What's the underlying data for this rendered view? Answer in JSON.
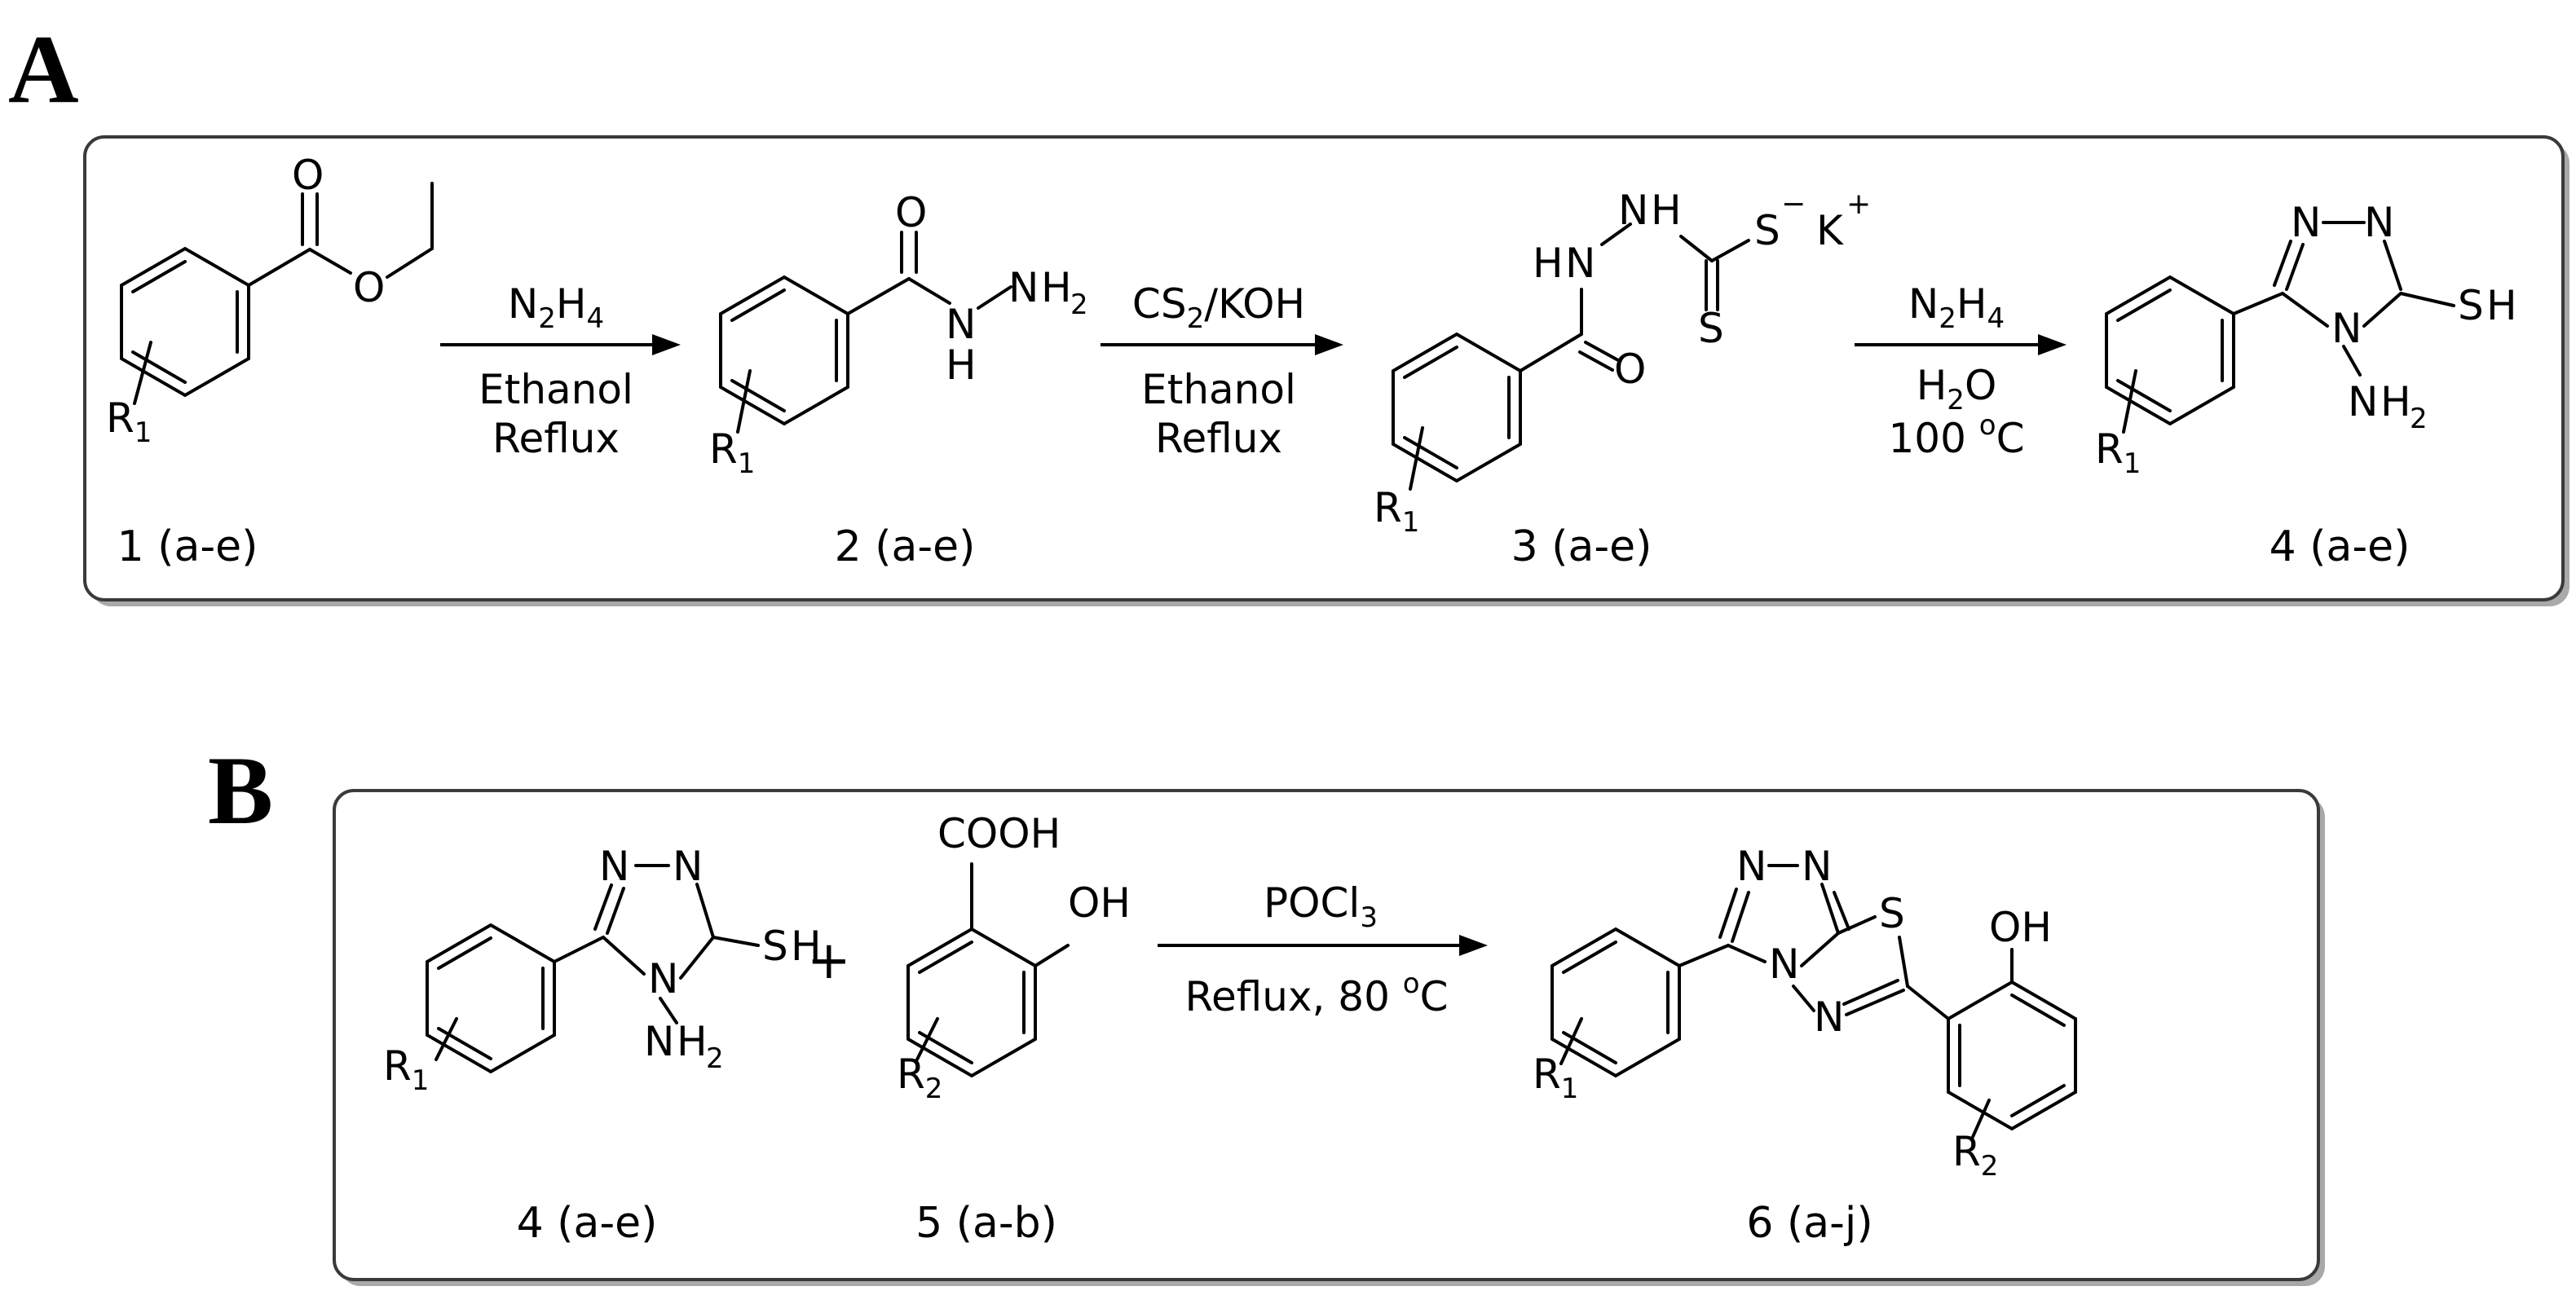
{
  "panels": [
    {
      "letter": "A",
      "compounds": [
        {
          "label": "1 (a-e)",
          "substituent": "R1"
        },
        {
          "label": "2 (a-e)",
          "substituent": "R1"
        },
        {
          "label": "3 (a-e)",
          "substituent": "R1"
        },
        {
          "label": "4 (a-e)",
          "substituent": "R1"
        }
      ],
      "steps": [
        {
          "reagent": "N2H4",
          "conditions": [
            "Ethanol",
            "Reflux"
          ]
        },
        {
          "reagent": "CS2/KOH",
          "conditions": [
            "Ethanol",
            "Reflux"
          ]
        },
        {
          "reagent": "N2H4",
          "conditions": [
            "H2O",
            "100 oC"
          ]
        }
      ]
    },
    {
      "letter": "B",
      "compounds": [
        {
          "label": "4 (a-e)",
          "substituent": "R1"
        },
        {
          "label": "5 (a-b)",
          "substituent": "R2"
        },
        {
          "label": "6 (a-j)",
          "substituents": [
            "R1",
            "R2"
          ]
        }
      ],
      "plus": "+",
      "steps": [
        {
          "reagent": "POCl3",
          "conditions": [
            "Reflux, 80 oC"
          ]
        }
      ]
    }
  ]
}
